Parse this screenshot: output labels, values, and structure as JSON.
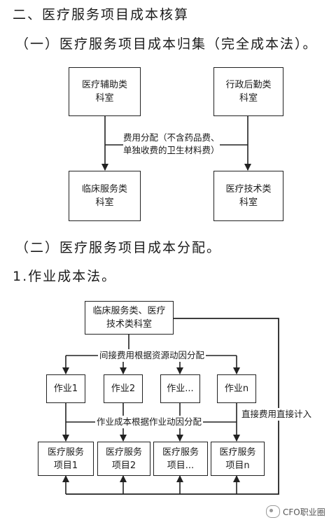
{
  "headings": {
    "h1": "二、医疗服务项目成本核算",
    "h2": "（一）医疗服务项目成本归集（完全成本法）。",
    "h3": "（二）医疗服务项目成本分配。",
    "h4": "1.作业成本法。"
  },
  "diagram1": {
    "box_auxiliary": "医疗辅助类\n科室",
    "box_admin": "行政后勤类\n科室",
    "box_clinical": "临床服务类\n科室",
    "box_medtech": "医疗技术类\n科室",
    "label_allocation": "费用分配（不含药品费、\n单独收费的卫生材料费）"
  },
  "diagram2": {
    "box_source": "临床服务类、医疗\n技术类科室",
    "label_indirect": "间接费用根据资源动因分配",
    "activities": [
      "作业1",
      "作业2",
      "作业...",
      "作业n"
    ],
    "label_activity_alloc": "作业成本根据作业动因分配",
    "label_direct": "直接费用直接计入",
    "projects": [
      "医疗服务\n项目1",
      "医疗服务\n项目2",
      "医疗服务\n项目...",
      "医疗服务\n项目n"
    ]
  },
  "watermark": {
    "text": "CFO职业圈"
  }
}
